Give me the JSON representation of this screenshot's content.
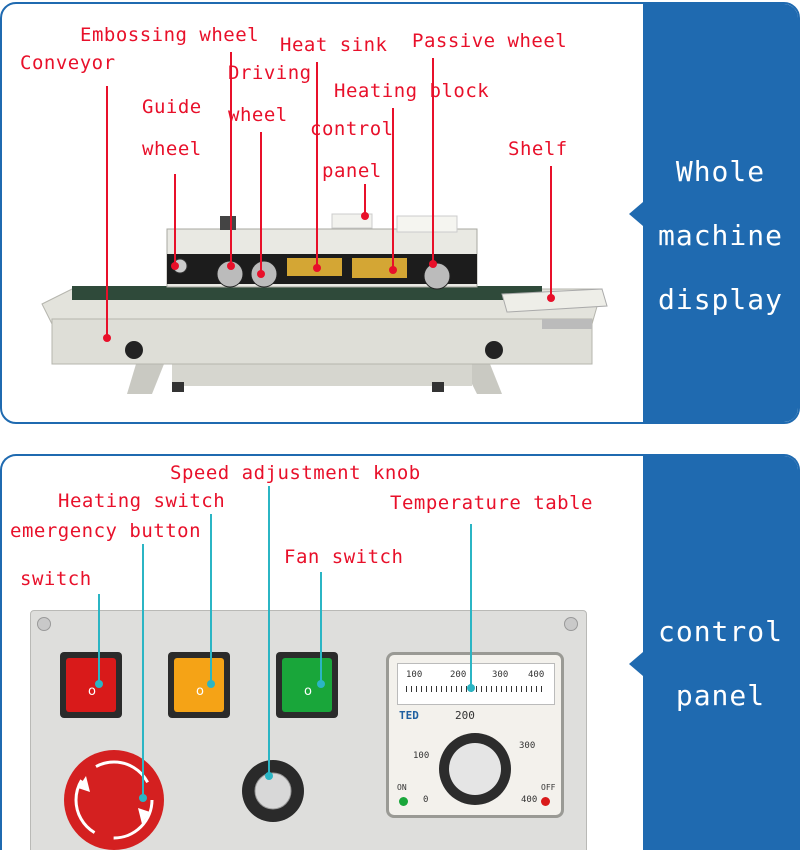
{
  "top": {
    "side_title": [
      "Whole",
      "machine",
      "display"
    ],
    "labels": {
      "embossing_wheel": "Embossing wheel",
      "heat_sink": "Heat sink",
      "passive_wheel": "Passive wheel",
      "conveyor": "Conveyor",
      "driving_wheel_1": "Driving",
      "driving_wheel_2": "wheel",
      "heating_block": "Heating block",
      "guide_wheel_1": "Guide",
      "guide_wheel_2": "wheel",
      "control_panel_1": "control",
      "control_panel_2": "panel",
      "shelf": "Shelf"
    }
  },
  "bottom": {
    "side_title": [
      "control",
      "panel"
    ],
    "labels": {
      "speed_knob": "Speed adjustment knob",
      "heating_switch": "Heating switch",
      "temperature_table": "Temperature table",
      "emergency_button": "emergency button",
      "fan_switch": "Fan switch",
      "switch": "switch"
    },
    "gauge": {
      "brand": "TED",
      "model": "200",
      "scale_top": [
        "100",
        "200",
        "300",
        "400"
      ],
      "dial": [
        "100",
        "300",
        "0",
        "400"
      ],
      "on": "ON",
      "off": "OFF"
    }
  },
  "colors": {
    "accent_blue": "#1f6ab0",
    "label_red": "#e8102a",
    "line_cyan": "#2bb5c4",
    "switch_red": "#d91a1a",
    "switch_orange": "#f5a316",
    "switch_green": "#19a63a"
  }
}
